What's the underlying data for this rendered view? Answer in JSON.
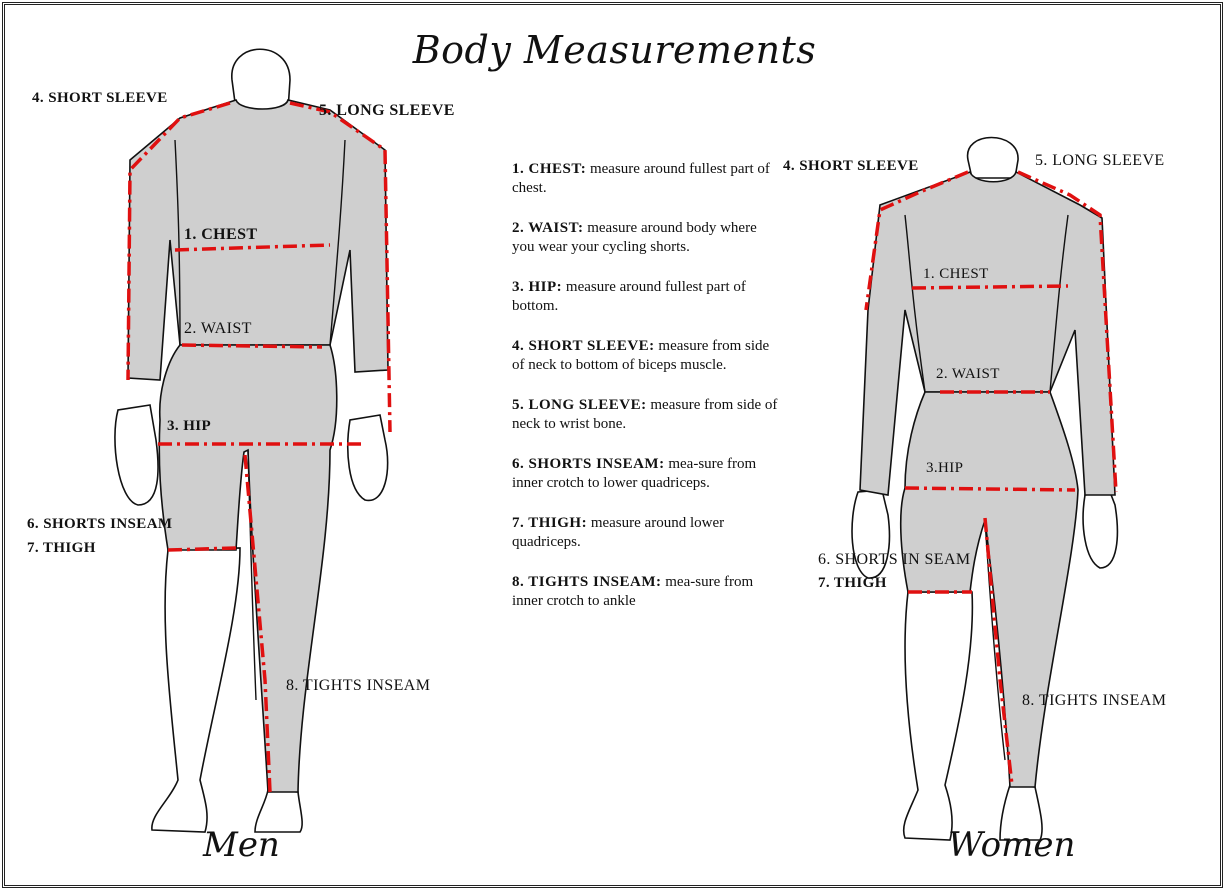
{
  "title": "Body Measurements",
  "footer": {
    "men": "Men",
    "women": "Women"
  },
  "men_labels": {
    "short_sleeve": "4. SHORT SLEEVE",
    "long_sleeve": "5. LONG SLEEVE",
    "chest": "1. CHEST",
    "waist": "2. WAIST",
    "hip": "3. HIP",
    "shorts_inseam": "6. SHORTS INSEAM",
    "thigh": "7. THIGH",
    "tights_inseam": "8. TIGHTS INSEAM"
  },
  "women_labels": {
    "short_sleeve": "4. SHORT SLEEVE",
    "long_sleeve": "5. LONG SLEEVE",
    "chest": "1. CHEST",
    "waist": "2. WAIST",
    "hip": "3.HIP",
    "shorts_inseam": "6. SHORTS IN SEAM",
    "thigh": "7. THIGH",
    "tights_inseam": "8. TIGHTS INSEAM"
  },
  "instructions": [
    {
      "term": "1. CHEST:",
      "text": " measure around fullest part of chest."
    },
    {
      "term": "2. WAIST:",
      "text": " measure around body where you wear your cycling shorts."
    },
    {
      "term": "3. HIP:",
      "text": " measure around fullest part of bottom."
    },
    {
      "term": "4. SHORT SLEEVE:",
      "text": " measure from side of neck to bottom of biceps muscle."
    },
    {
      "term": "5. LONG SLEEVE:",
      "text": " measure from side of neck to  wrist bone."
    },
    {
      "term": "6. SHORTS INSEAM:",
      "text": " mea-sure from inner crotch to lower quadriceps."
    },
    {
      "term": "7. THIGH:",
      "text": " measure around lower quadriceps."
    },
    {
      "term": "8. TIGHTS INSEAM:",
      "text": " mea-sure from inner crotch to ankle"
    }
  ],
  "colors": {
    "measure_line": "#e01010",
    "garment": "#cfcfcf",
    "outline": "#111111"
  }
}
